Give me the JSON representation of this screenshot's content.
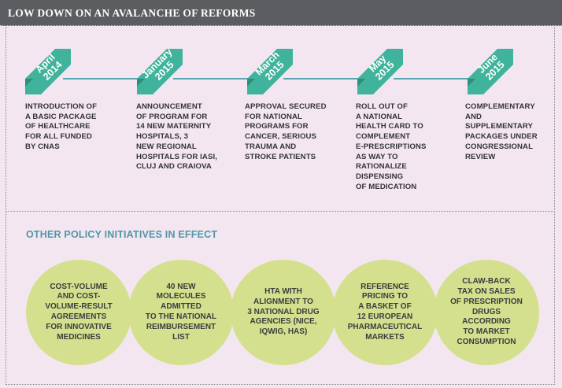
{
  "header": {
    "title": "LOW DOWN ON AN AVALANCHE OF REFORMS"
  },
  "timeline": [
    {
      "month": "April",
      "year": "2014",
      "text": [
        "INTRODUCTION OF",
        "A BASIC PACKAGE",
        "OF HEALTHCARE",
        "FOR ALL FUNDED",
        "BY CNAS"
      ]
    },
    {
      "month": "January",
      "year": "2015",
      "text": [
        "ANNOUNCEMENT",
        "OF PROGRAM FOR",
        "14 NEW MATERNITY",
        "HOSPITALS, 3",
        "NEW REGIONAL",
        "HOSPITALS FOR IASI,",
        "CLUJ AND CRAIOVA"
      ]
    },
    {
      "month": "March",
      "year": "2015",
      "text": [
        "APPROVAL SECURED",
        "FOR NATIONAL",
        "PROGRAMS FOR",
        "CANCER, SERIOUS",
        "TRAUMA AND",
        "STROKE PATIENTS"
      ]
    },
    {
      "month": "May",
      "year": "2015",
      "text": [
        "ROLL OUT OF",
        "A NATIONAL",
        "HEALTH CARD TO",
        "COMPLEMENT",
        "E-PRESCRIPTIONS",
        "AS WAY TO",
        "RATIONALIZE",
        "DISPENSING",
        "OF MEDICATION"
      ]
    },
    {
      "month": "June",
      "year": "2015",
      "text": [
        "COMPLEMENTARY",
        "AND",
        "SUPPLEMENTARY",
        "PACKAGES UNDER",
        "CONGRESSIONAL",
        "REVIEW"
      ]
    }
  ],
  "initiatives": {
    "title": "OTHER POLICY INITIATIVES IN EFFECT",
    "items": [
      [
        "COST-VOLUME",
        "AND COST-",
        "VOLUME-RESULT",
        "AGREEMENTS",
        "FOR INNOVATIVE",
        "MEDICINES"
      ],
      [
        "40 NEW",
        "MOLECULES",
        "ADMITTED",
        "TO THE NATIONAL",
        "REIMBURSEMENT",
        "LIST"
      ],
      [
        "HTA WITH",
        "ALIGNMENT TO",
        "3 NATIONAL DRUG",
        "AGENCIES (NICE,",
        "IQWIG, HAS)"
      ],
      [
        "REFERENCE",
        "PRICING TO",
        "A BASKET OF",
        "12 EUROPEAN",
        "PHARMACEUTICAL",
        "MARKETS"
      ],
      [
        "CLAW-BACK",
        "TAX ON SALES",
        "OF PRESCRIPTION",
        "DRUGS",
        "ACCORDING",
        "TO MARKET",
        "CONSUMPTION"
      ]
    ]
  },
  "colors": {
    "header_bg": "#5b5d61",
    "panel_bg": "#f3e6f1",
    "ribbon": "#3fb39b",
    "ribbon_fold": "#2f8d79",
    "timeline_line": "#5aa3b0",
    "circle": "#d4e08d",
    "section_title": "#4f97a6"
  }
}
